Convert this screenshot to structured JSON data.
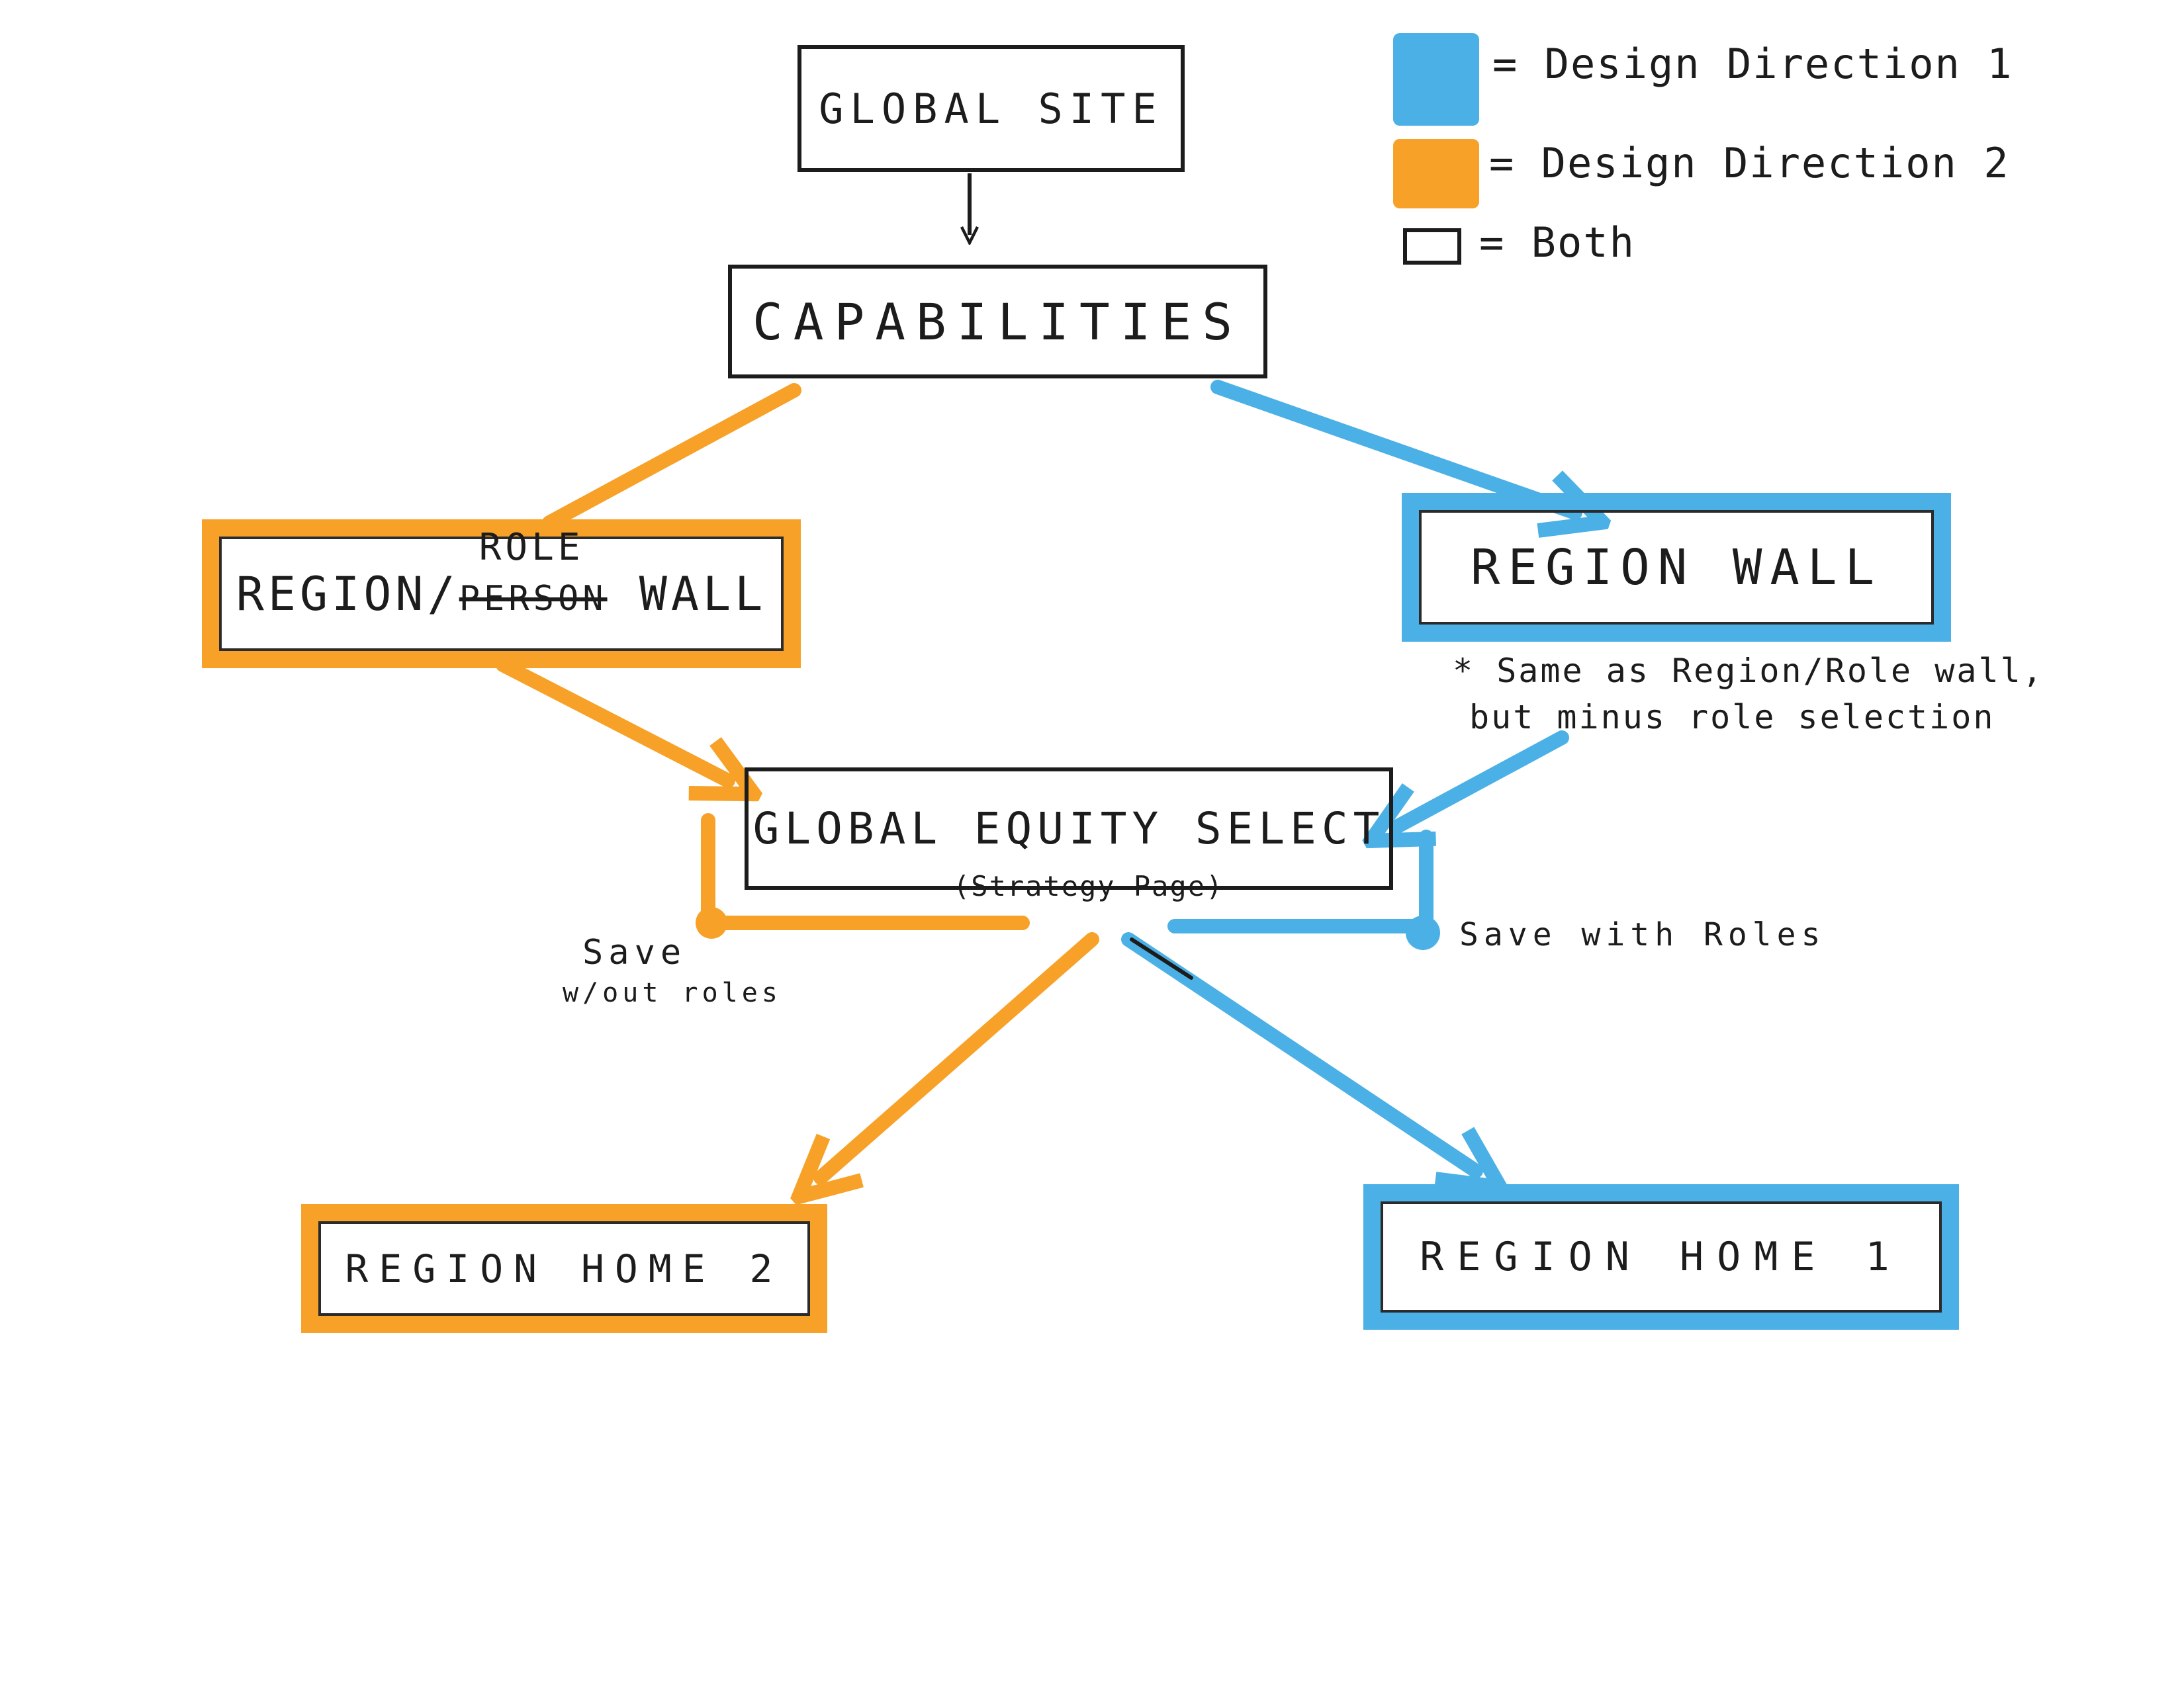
{
  "colors": {
    "direction_1": "#4bb0e6",
    "direction_2": "#f7a128",
    "ink": "#1c1c1c"
  },
  "legend": {
    "items": [
      {
        "swatch": "blue",
        "label": "= Design Direction 1"
      },
      {
        "swatch": "orange",
        "label": "= Design Direction 2"
      },
      {
        "swatch": "outline",
        "label": "= Both"
      }
    ]
  },
  "nodes": {
    "global_site": {
      "label": "Global Site",
      "style": "both"
    },
    "capabilities": {
      "label": "Capabilities",
      "style": "both"
    },
    "region_role_wall": {
      "prefix": "Region/",
      "label_inserted": "Role",
      "label_struck": "Person",
      "suffix": " Wall",
      "style": "direction_2"
    },
    "region_wall": {
      "label": "Region Wall",
      "style": "direction_1"
    },
    "global_equity_select": {
      "label": "Global Equity Select",
      "sublabel": "(Strategy Page)",
      "style": "both"
    },
    "region_home_2": {
      "label": "Region Home 2",
      "style": "direction_2"
    },
    "region_home_1": {
      "label": "Region Home 1",
      "style": "direction_1"
    }
  },
  "notes": {
    "region_wall_note_line1": "* Same as Region/Role wall,",
    "region_wall_note_line2": "but minus role selection",
    "save_without_roles_line1": "Save",
    "save_without_roles_line2": "w/out roles",
    "save_with_roles": "Save with Roles"
  }
}
